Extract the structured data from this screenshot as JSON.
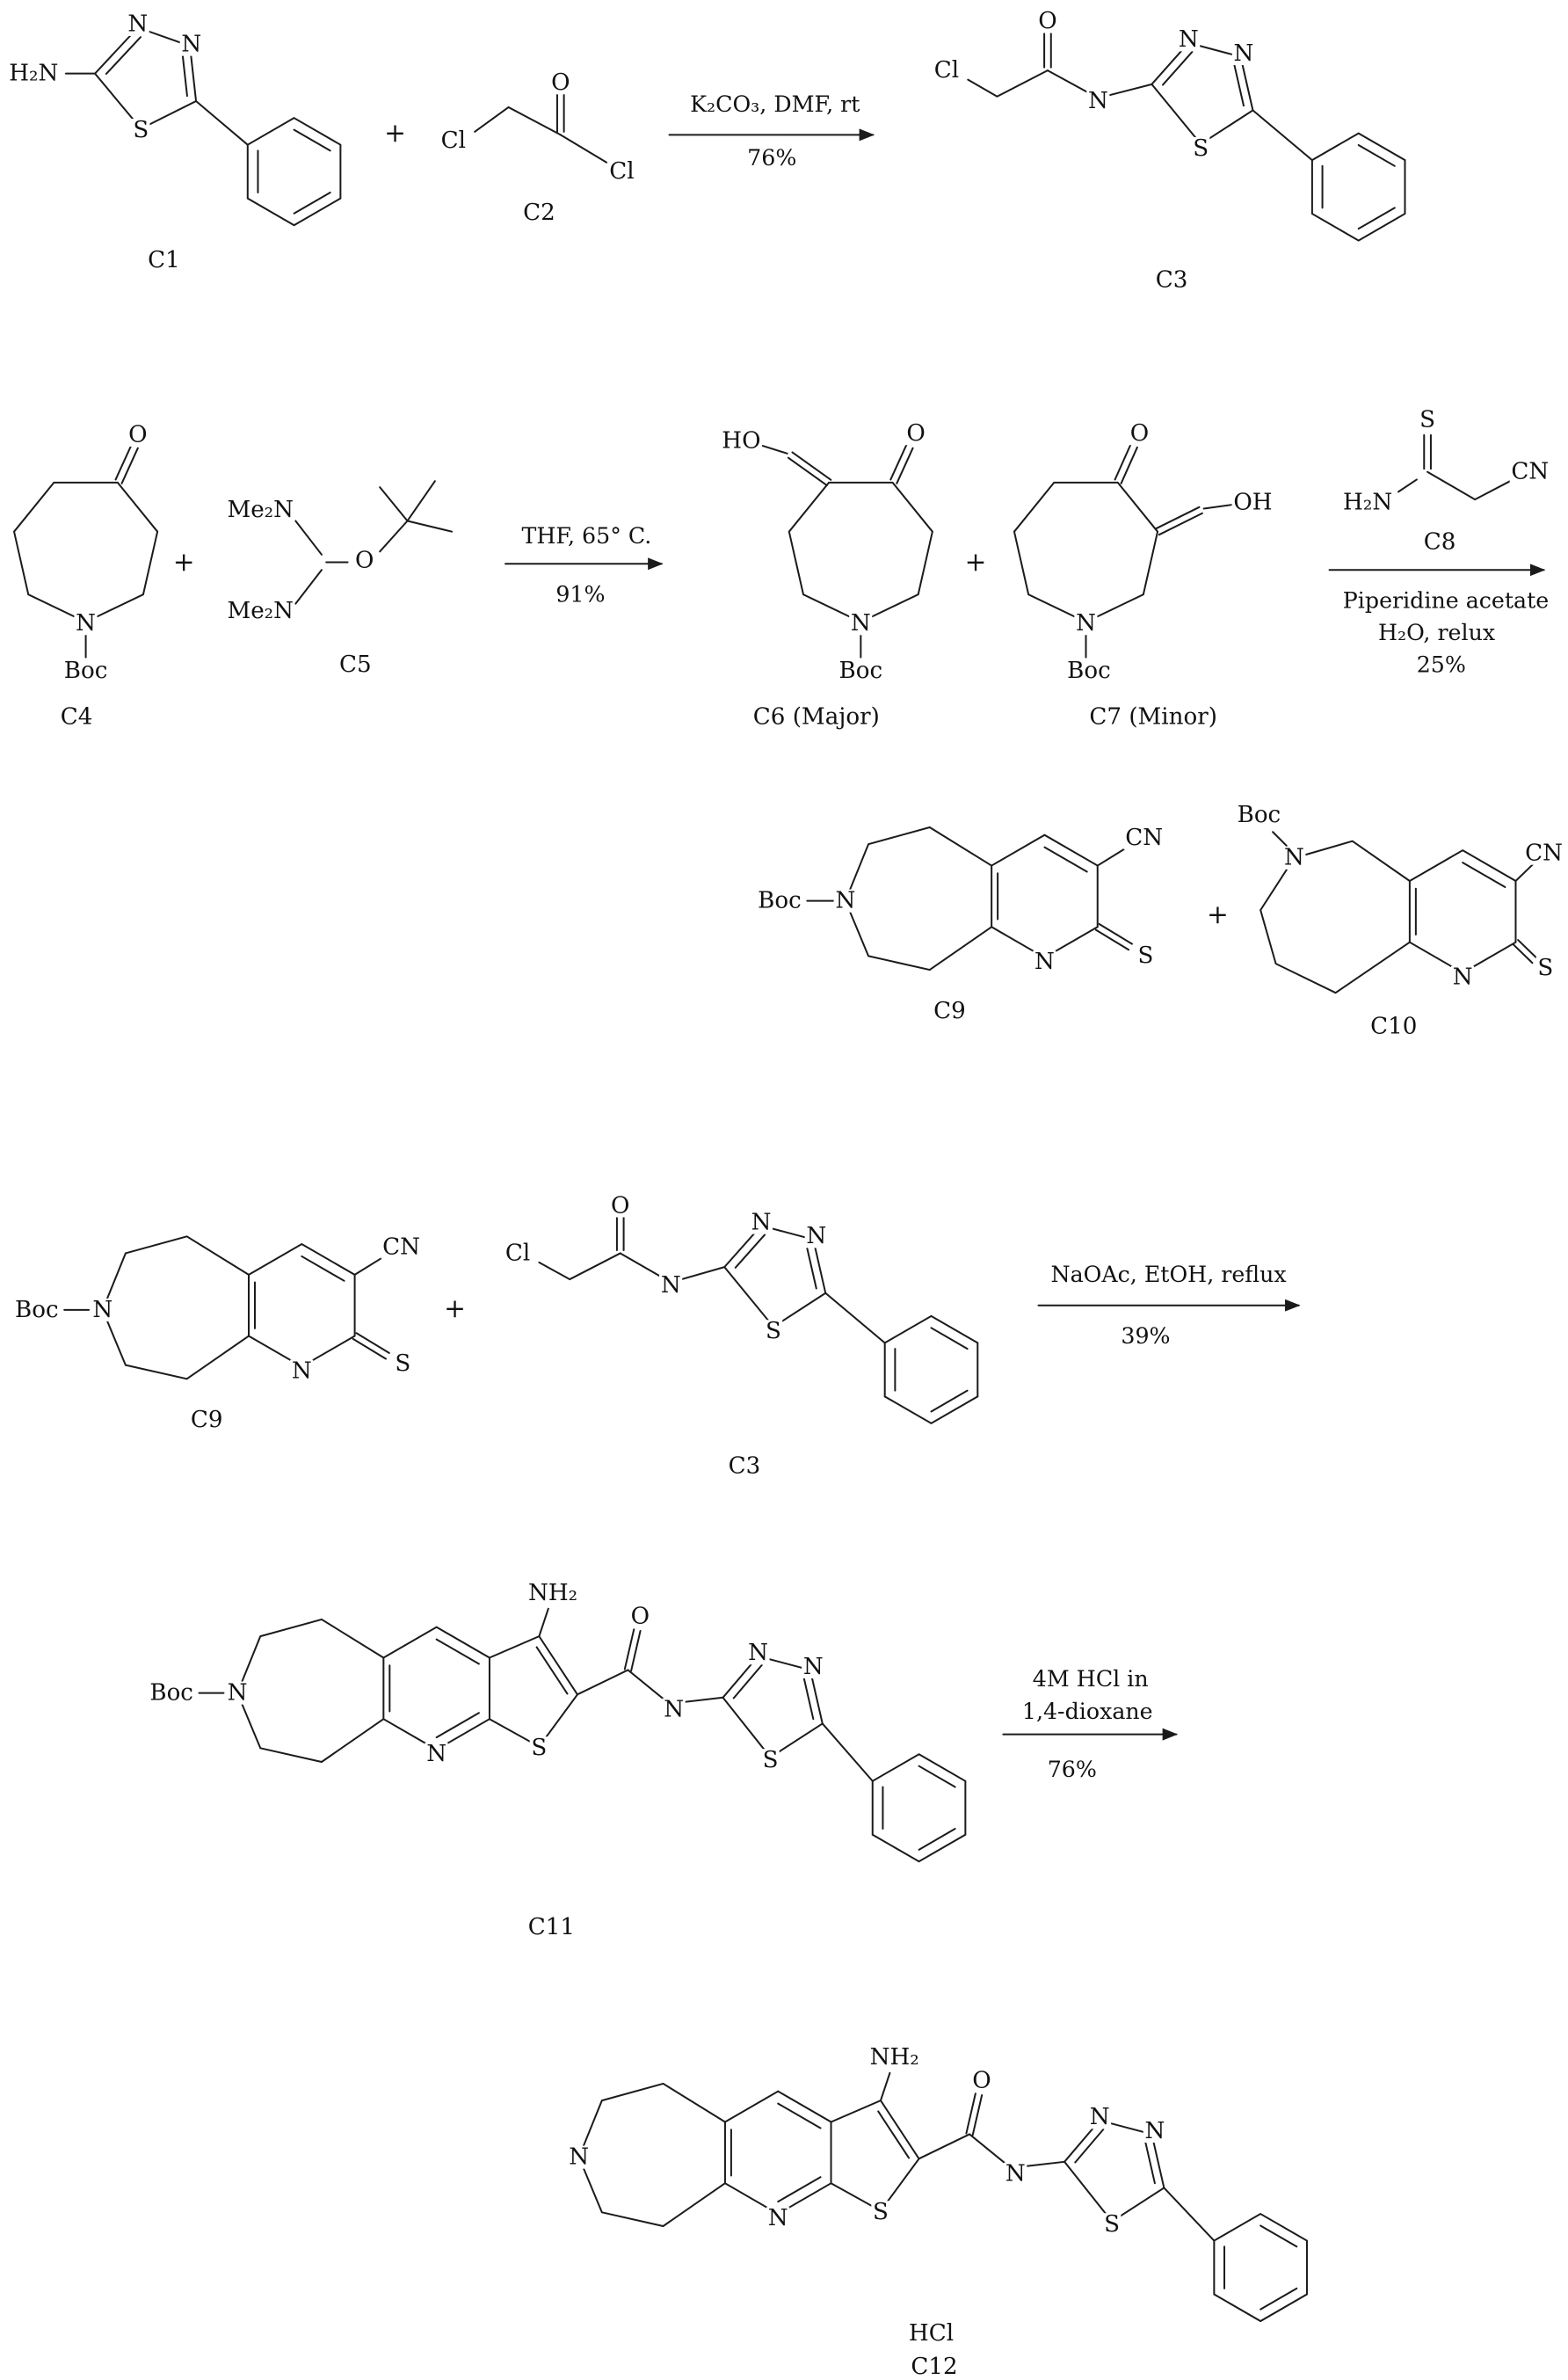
{
  "operators": {
    "plus": "+"
  },
  "compounds": {
    "c1": {
      "label": "C1",
      "atoms": {
        "h2n": "H₂N",
        "n3": "N",
        "n4": "N",
        "s1": "S"
      }
    },
    "c2": {
      "label": "C2",
      "atoms": {
        "cl_left": "Cl",
        "o": "O",
        "cl_right": "Cl"
      }
    },
    "c3": {
      "label": "C3",
      "atoms": {
        "cl": "Cl",
        "o": "O",
        "n_amide": "N",
        "n3": "N",
        "n4": "N",
        "s1": "S"
      }
    },
    "c4": {
      "label": "C4",
      "atoms": {
        "o": "O",
        "n": "N",
        "boc": "Boc"
      }
    },
    "c5": {
      "label": "C5",
      "atoms": {
        "nme2_top": "Me₂N",
        "nme2_bottom": "Me₂N",
        "o": "O"
      }
    },
    "c6": {
      "label": "C6 (Major)",
      "atoms": {
        "ho": "HO",
        "o": "O",
        "n": "N",
        "boc": "Boc"
      }
    },
    "c7": {
      "label": "C7 (Minor)",
      "atoms": {
        "o": "O",
        "oh": "OH",
        "n": "N",
        "boc": "Boc"
      }
    },
    "c8": {
      "label": "C8",
      "atoms": {
        "s": "S",
        "h2n": "H₂N",
        "cn": "CN"
      }
    },
    "c9": {
      "label": "C9",
      "atoms": {
        "boc": "Boc",
        "n_azepine": "N",
        "cn": "CN",
        "n_pyridine": "N",
        "s": "S"
      }
    },
    "c10": {
      "label": "C10",
      "atoms": {
        "boc": "Boc",
        "n_azepine": "N",
        "cn": "CN",
        "n_pyridine": "N",
        "s": "S"
      }
    },
    "c11": {
      "label": "C11",
      "atoms": {
        "boc": "Boc",
        "n_azepine": "N",
        "nh2": "NH₂",
        "o": "O",
        "n_amide": "N",
        "n3": "N",
        "n4": "N",
        "s_thiadiazole": "S",
        "n_pyridine": "N",
        "s_thiophene": "S"
      }
    },
    "c12": {
      "label": "C12",
      "salt": "HCl",
      "atoms": {
        "n_azepine": "N",
        "nh2": "NH₂",
        "o": "O",
        "n_amide": "N",
        "n3": "N",
        "n4": "N",
        "s_thiadiazole": "S",
        "n_pyridine": "N",
        "s_thiophene": "S"
      }
    }
  },
  "reactions": {
    "step1": {
      "above": "K₂CO₃, DMF, rt",
      "below": "76%"
    },
    "step2": {
      "above": "THF, 65° C.",
      "below": "91%"
    },
    "step3": {
      "below_line1": "Piperidine acetate",
      "below_line2": "H₂O, relux",
      "below_line3": "25%"
    },
    "step4": {
      "above": "NaOAc, EtOH, reflux",
      "below": "39%"
    },
    "step5": {
      "above_line1": "4M HCl in",
      "above_line2": "1,4-dioxane",
      "below": "76%"
    }
  }
}
